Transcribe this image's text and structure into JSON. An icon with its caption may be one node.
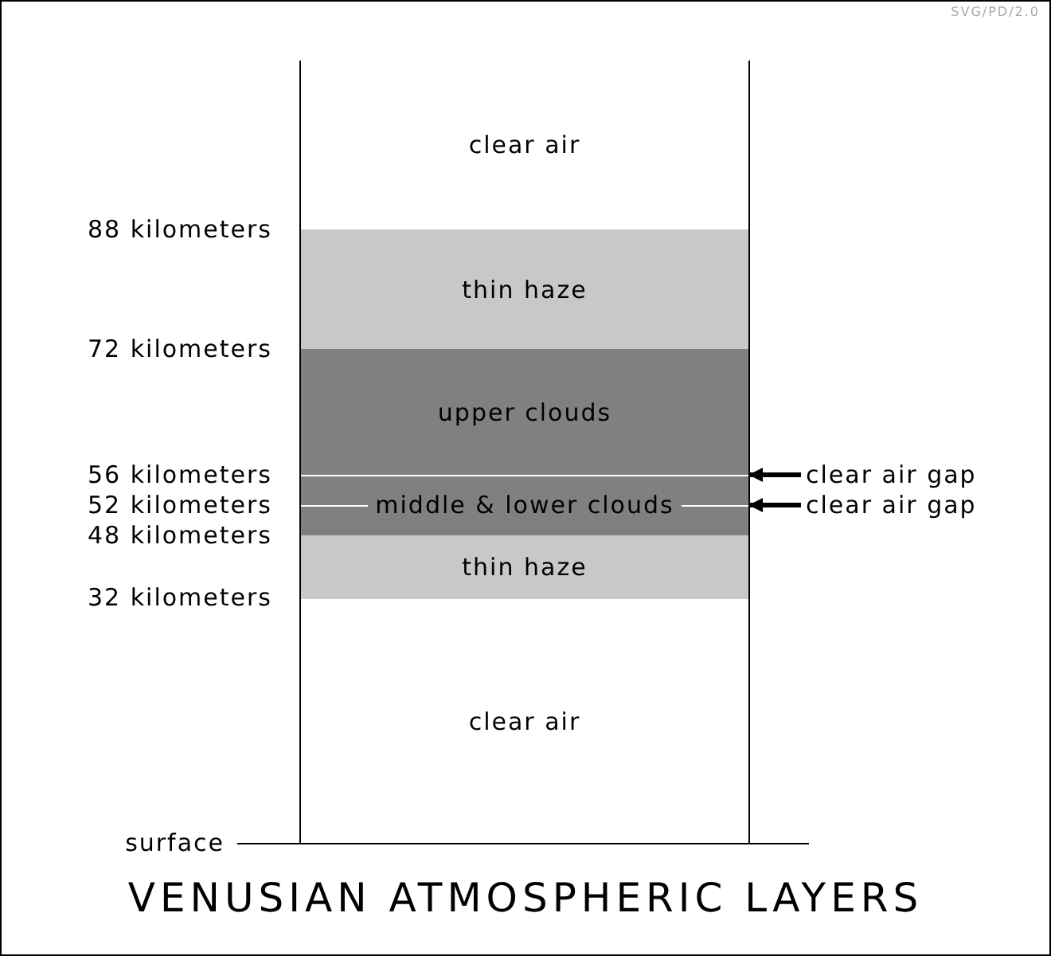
{
  "diagram": {
    "title": "VENUSIAN ATMOSPHERIC LAYERS",
    "nodes": [
      {
        "text": [
          "clear air"
        ]
      },
      {
        "text": [
          "thin haze"
        ]
      },
      {
        "text": [
          "upper clouds"
        ]
      },
      {
        "text": [
          "middle & lower clouds"
        ]
      },
      {
        "text": [
          "thin haze"
        ]
      },
      {
        "text": [
          "clear air"
        ]
      },
      {
        "text": [
          "clear air gap"
        ]
      },
      {
        "text": [
          "clear air gap"
        ]
      },
      {
        "text": [],
        "shape": "line",
        "in": 3
      },
      {
        "text": [],
        "shape": "line",
        "in": 3
      }
    ],
    "edges": [
      {
        "from": 6,
        "to": 8,
        "arrow": "to"
      },
      {
        "from": 7,
        "to": 9,
        "arrow": "to"
      }
    ],
    "labels": [
      "SVG/PD/2.0",
      "88 kilometers",
      "72 kilometers",
      "56 kilometers",
      "52 kilometers",
      "48 kilometers",
      "32 kilometers",
      "surface"
    ]
  }
}
